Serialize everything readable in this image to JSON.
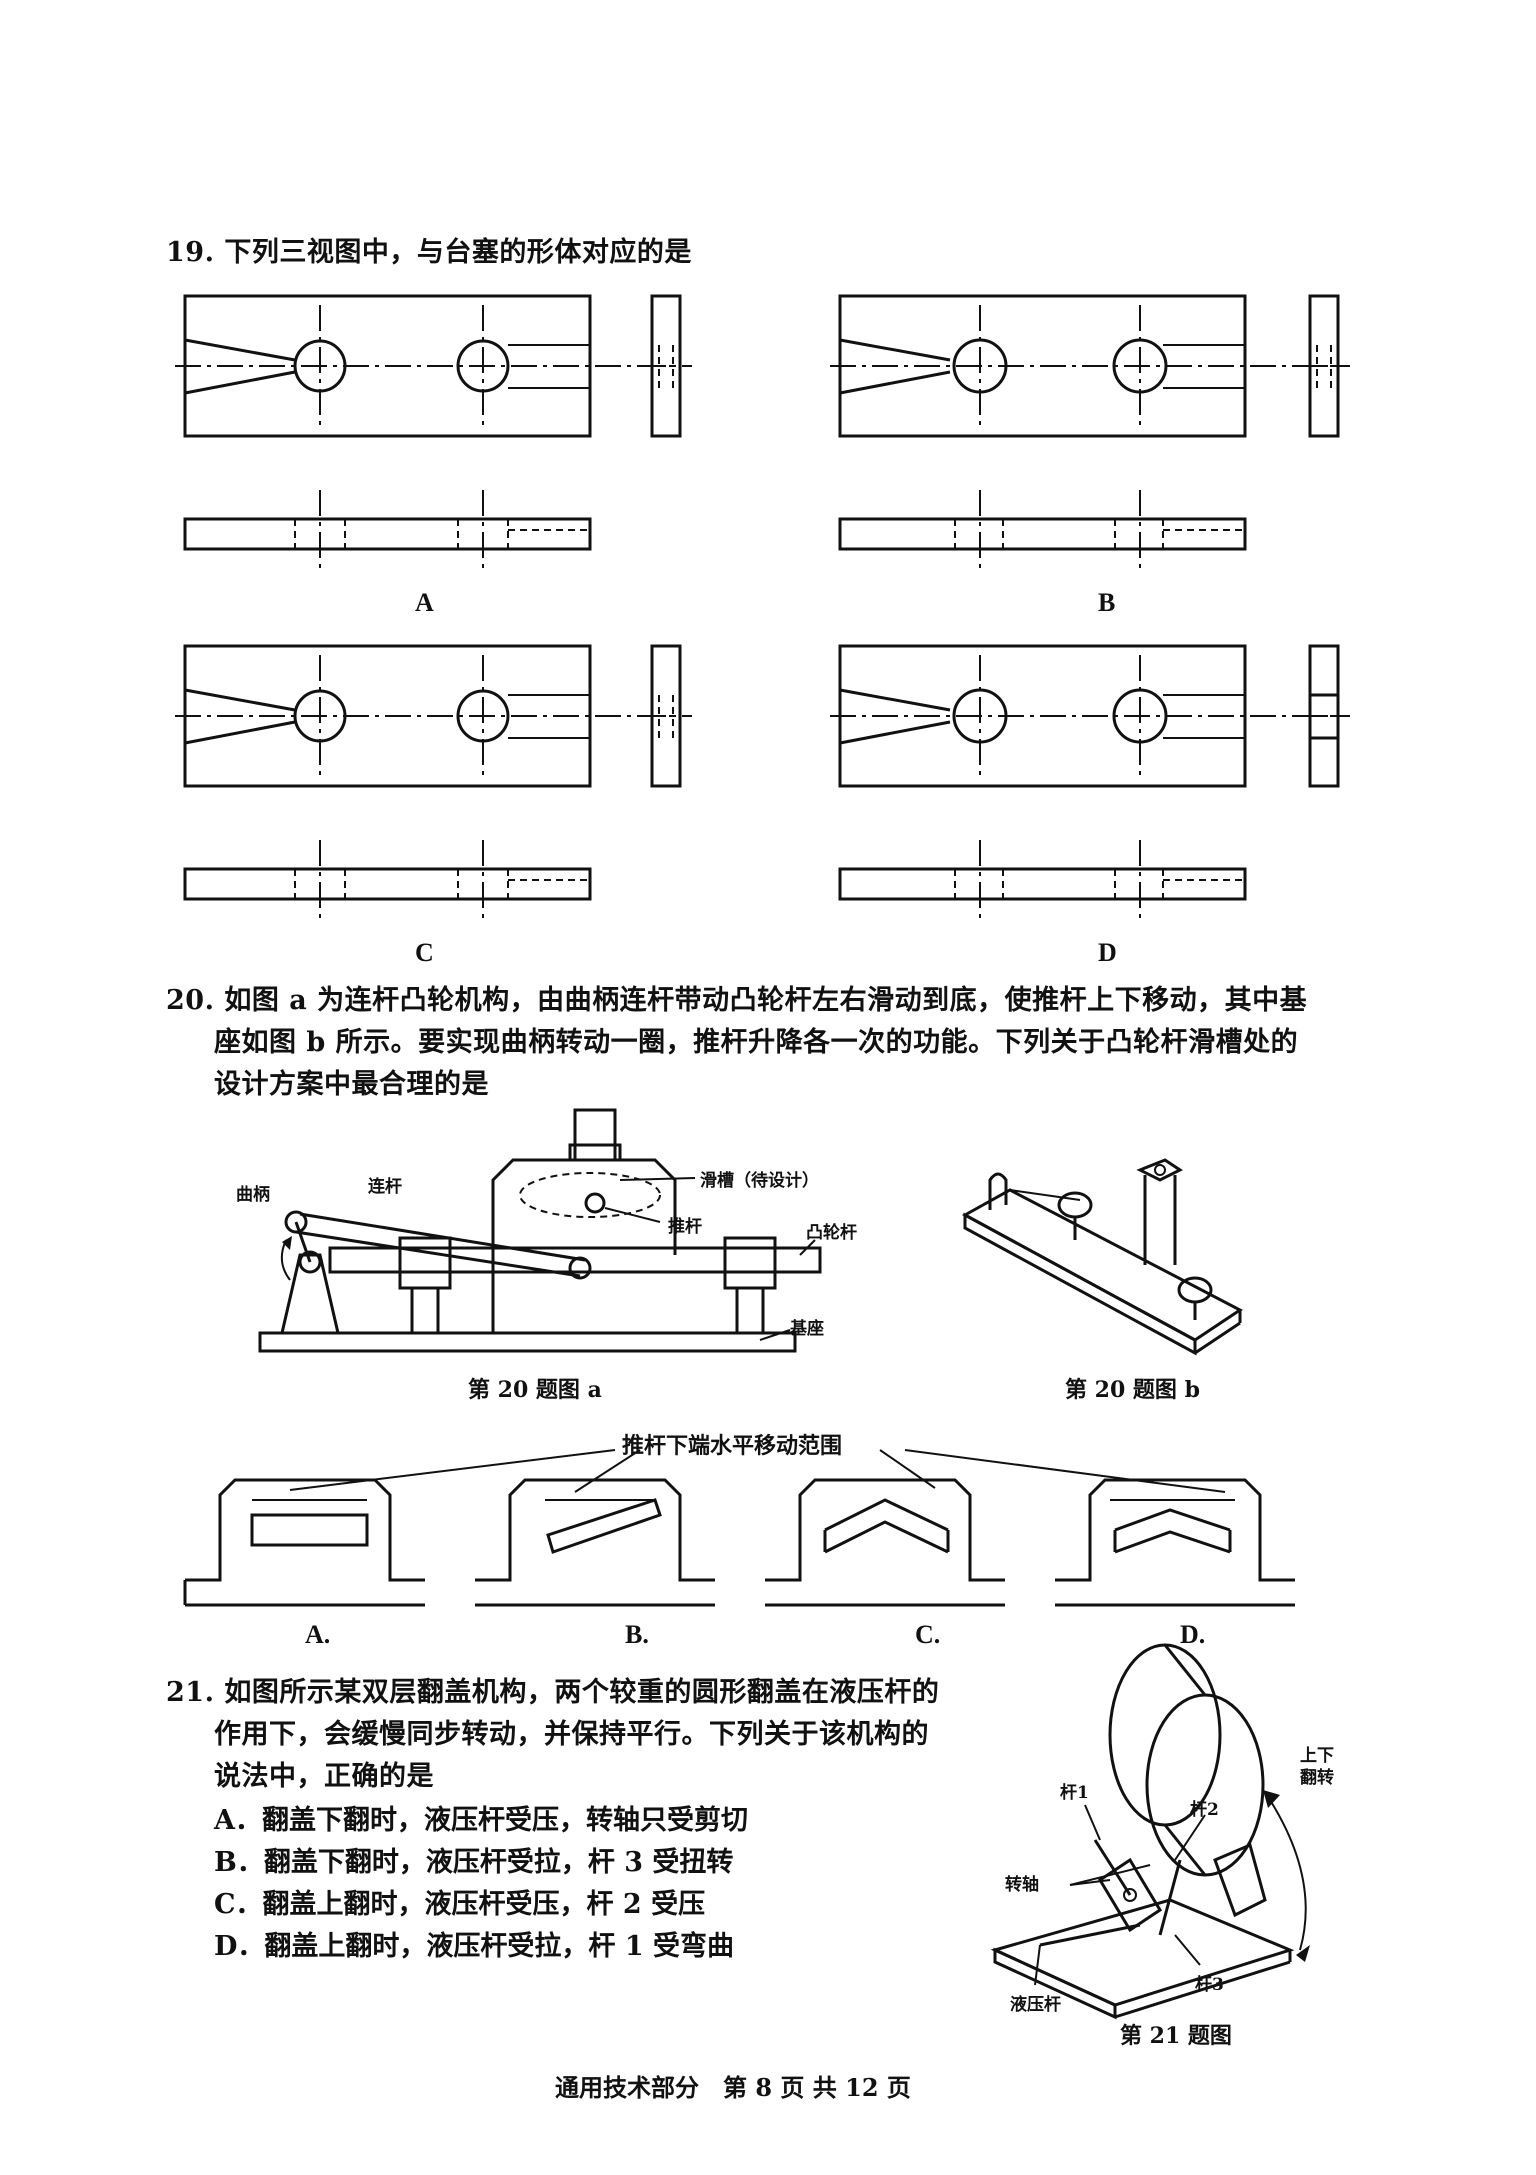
{
  "q19": {
    "stem": "19. 下列三视图中，与台塞的形体对应的是",
    "options": [
      "A",
      "B",
      "C",
      "D"
    ]
  },
  "q20": {
    "stem_line1": "20. 如图 a 为连杆凸轮机构，由曲柄连杆带动凸轮杆左右滑动到底，使推杆上下移动，其中基",
    "stem_line2": "座如图 b 所示。要实现曲柄转动一圈，推杆升降各一次的功能。下列关于凸轮杆滑槽处的",
    "stem_line3": "设计方案中最合理的是",
    "fig_a": {
      "caption": "第 20 题图 a",
      "labels": {
        "crank": "曲柄",
        "link": "连杆",
        "slot": "滑槽（待设计）",
        "push_rod": "推杆",
        "cam_rod": "凸轮杆",
        "base": "基座"
      }
    },
    "fig_b": {
      "caption": "第 20 题图 b"
    },
    "range_label": "推杆下端水平移动范围",
    "options": [
      "A.",
      "B.",
      "C.",
      "D."
    ]
  },
  "q21": {
    "stem_line1": "21. 如图所示某双层翻盖机构，两个较重的圆形翻盖在液压杆的",
    "stem_line2": "作用下，会缓慢同步转动，并保持平行。下列关于该机构的",
    "stem_line3": "说法中，正确的是",
    "options": [
      "A．翻盖下翻时，液压杆受压，转轴只受剪切",
      "B．翻盖下翻时，液压杆受拉，杆 3 受扭转",
      "C．翻盖上翻时，液压杆受压，杆 2 受压",
      "D．翻盖上翻时，液压杆受拉，杆 1 受弯曲"
    ],
    "figure": {
      "caption": "第 21 题图",
      "labels": {
        "rod1": "杆1",
        "rod2": "杆2",
        "rod3": "杆3",
        "shaft": "转轴",
        "hydraulic": "液压杆",
        "flip": "上下翻转"
      }
    }
  },
  "footer": "通用技术部分　第 8 页 共 12 页"
}
